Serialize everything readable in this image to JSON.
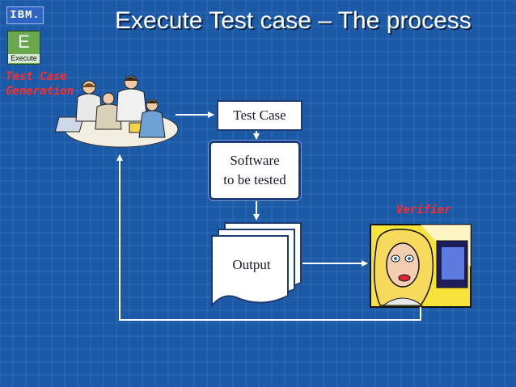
{
  "slide": {
    "title": "Execute Test case – The process",
    "logo_text": "IBM.",
    "execute_icon": {
      "letter": "E",
      "label": "Execute"
    }
  },
  "diagram": {
    "test_case_generation_label": "Test Case Generation",
    "test_case_box": "Test Case",
    "software_box_line1": "Software",
    "software_box_line2": "to be tested",
    "output_label": "Output",
    "verifier_label": "Verifier",
    "clipart": [
      "team-meeting",
      "woman-at-computer"
    ]
  },
  "colors": {
    "background": "#1c5aa6",
    "grid": "#3b7bd0",
    "accent_red": "#ff2a2a",
    "box_border": "#1e3a70"
  }
}
